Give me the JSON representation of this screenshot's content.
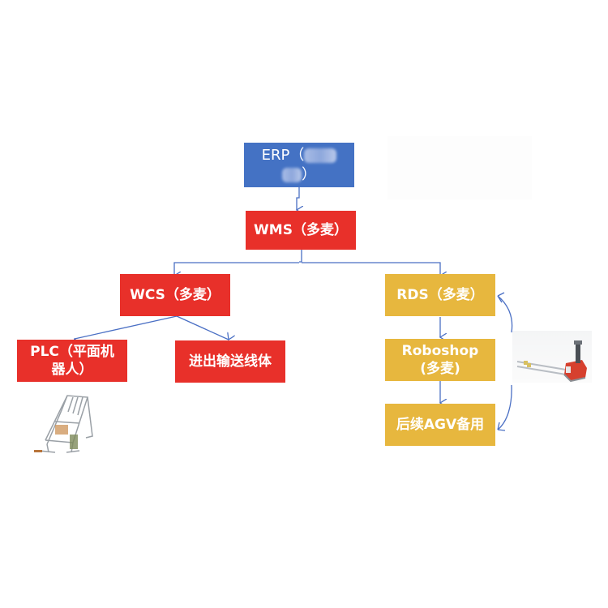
{
  "diagram": {
    "title": "",
    "colors": {
      "erp": "#4472c4",
      "wcs_layer": "#e8302a",
      "rds_layer": "#e7b73e",
      "connector": "#4a6fc4"
    },
    "nodes": {
      "erp": {
        "label_prefix": "ERP（",
        "label_suffix": "）",
        "note": "partially blurred text"
      },
      "wms": {
        "label": "WMS（多麦）"
      },
      "wcs": {
        "label": "WCS（多麦）"
      },
      "plc": {
        "line1": "PLC（平面机",
        "line2": "器人）"
      },
      "conveyor": {
        "label": "进出输送线体"
      },
      "rds": {
        "label": "RDS（多麦）"
      },
      "roboshop": {
        "line1": "Roboshop",
        "line2": "(多麦)"
      },
      "agv_reserve": {
        "label": "后续AGV备用"
      }
    },
    "images": {
      "gantry_robot": "gantry-robot-image",
      "agv_forklift": "agv-forklift-image"
    },
    "edges": [
      [
        "erp",
        "wms"
      ],
      [
        "wms",
        "wcs"
      ],
      [
        "wms",
        "rds"
      ],
      [
        "wcs",
        "plc"
      ],
      [
        "wcs",
        "conveyor"
      ],
      [
        "rds",
        "roboshop"
      ],
      [
        "roboshop",
        "agv_reserve"
      ],
      [
        "agv_forklift",
        "rds"
      ],
      [
        "agv_forklift",
        "agv_reserve"
      ]
    ]
  }
}
